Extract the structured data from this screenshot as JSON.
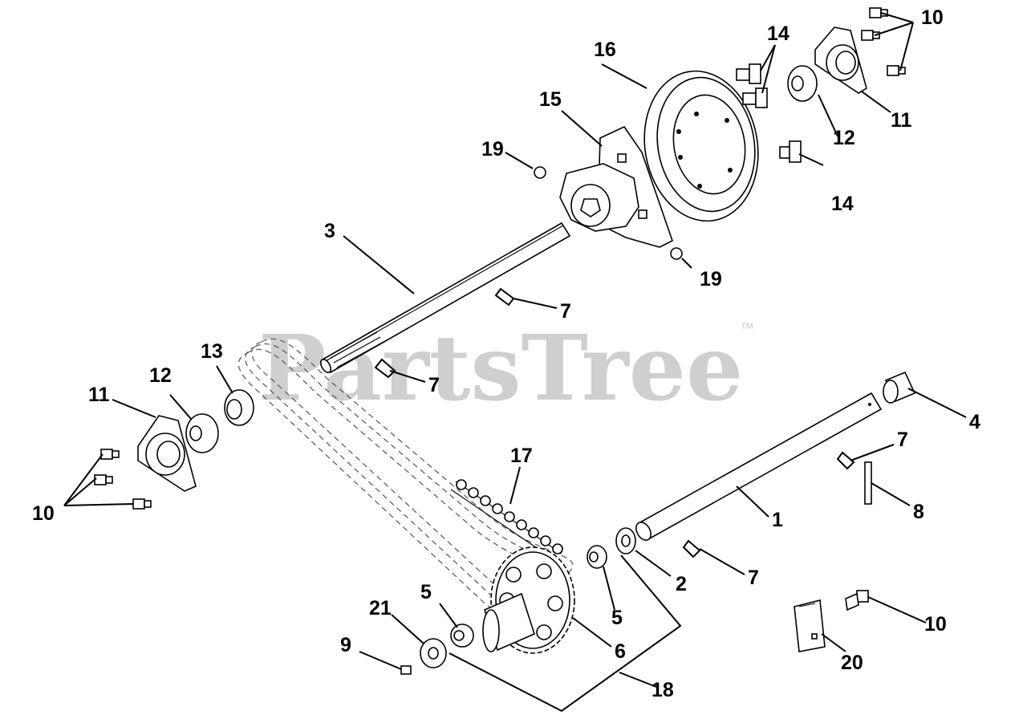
{
  "watermark": {
    "text": "PartsTree",
    "trademark": "™"
  },
  "callouts": {
    "c1": "1",
    "c2": "2",
    "c3": "3",
    "c4": "4",
    "c5a": "5",
    "c5b": "5",
    "c6": "6",
    "c7a": "7",
    "c7b": "7",
    "c7c": "7",
    "c7d": "7",
    "c8": "8",
    "c9": "9",
    "c10a": "10",
    "c10b": "10",
    "c10c": "10",
    "c11a": "11",
    "c11b": "11",
    "c12a": "12",
    "c12b": "12",
    "c13": "13",
    "c14a": "14",
    "c14b": "14",
    "c15": "15",
    "c16": "16",
    "c17": "17",
    "c18": "18",
    "c19a": "19",
    "c19b": "19",
    "c20": "20",
    "c21": "21"
  },
  "colors": {
    "line": "#000000",
    "watermark": "#cfcfcf",
    "chain": "#555555"
  }
}
